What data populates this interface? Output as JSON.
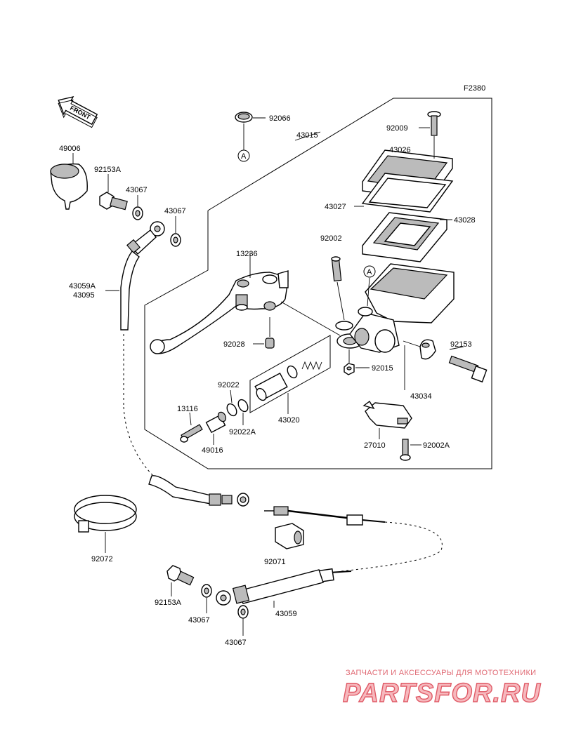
{
  "figure_code": "F2380",
  "front_arrow": {
    "text": "FRONT"
  },
  "ref_marker": "A",
  "labels": [
    {
      "id": "92066",
      "text": "92066"
    },
    {
      "id": "43015",
      "text": "43015"
    },
    {
      "id": "92009",
      "text": "92009"
    },
    {
      "id": "43026",
      "text": "43026"
    },
    {
      "id": "43027",
      "text": "43027"
    },
    {
      "id": "43028",
      "text": "43028"
    },
    {
      "id": "92002",
      "text": "92002"
    },
    {
      "id": "49006",
      "text": "49006"
    },
    {
      "id": "92153A_top",
      "text": "92153A"
    },
    {
      "id": "43067_a",
      "text": "43067"
    },
    {
      "id": "43067_b",
      "text": "43067"
    },
    {
      "id": "13236",
      "text": "13236"
    },
    {
      "id": "43059A",
      "text": "43059A"
    },
    {
      "id": "43095",
      "text": "43095"
    },
    {
      "id": "92028",
      "text": "92028"
    },
    {
      "id": "92015",
      "text": "92015"
    },
    {
      "id": "92153",
      "text": "92153"
    },
    {
      "id": "92022",
      "text": "92022"
    },
    {
      "id": "13116",
      "text": "13116"
    },
    {
      "id": "92022A",
      "text": "92022A"
    },
    {
      "id": "43020",
      "text": "43020"
    },
    {
      "id": "43034",
      "text": "43034"
    },
    {
      "id": "49016",
      "text": "49016"
    },
    {
      "id": "27010",
      "text": "27010"
    },
    {
      "id": "92002A",
      "text": "92002A"
    },
    {
      "id": "92072",
      "text": "92072"
    },
    {
      "id": "92071",
      "text": "92071"
    },
    {
      "id": "92153A_bottom",
      "text": "92153A"
    },
    {
      "id": "43067_c",
      "text": "43067"
    },
    {
      "id": "43059",
      "text": "43059"
    },
    {
      "id": "43067_d",
      "text": "43067"
    }
  ],
  "watermark": {
    "tagline": "ЗАПЧАСТИ И АКСЕССУАРЫ ДЛЯ МОТОТЕХНИКИ",
    "brand": "PARTSFOR.RU"
  }
}
